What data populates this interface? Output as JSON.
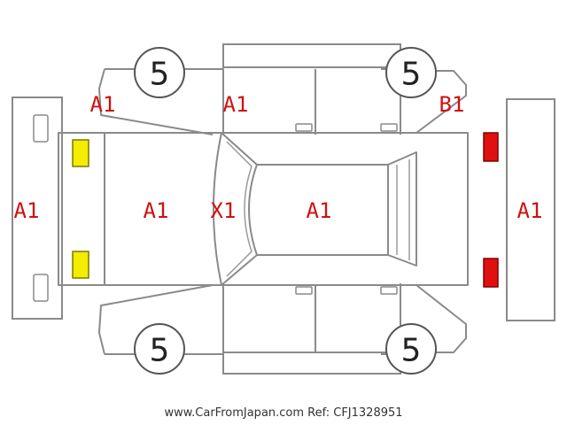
{
  "colors": {
    "grade_text": "#d01010",
    "light_yellow": "#f5ec00",
    "light_red": "#e01010",
    "outline": "#8a8a8a"
  },
  "grades": {
    "rear_bumper": "A1",
    "rear_left_quarter": "A1",
    "rear_door_left": "A1",
    "front_fender_left": "B1",
    "trunk": "A1",
    "rear_window": "X1",
    "roof": "A1",
    "front_bumper": "A1"
  },
  "wheels": {
    "rear_left": "5",
    "front_left": "5",
    "rear_right": "5",
    "front_right": "5"
  },
  "footer": {
    "text": "www.CarFromJapan.com Ref: CFJ1328951"
  }
}
